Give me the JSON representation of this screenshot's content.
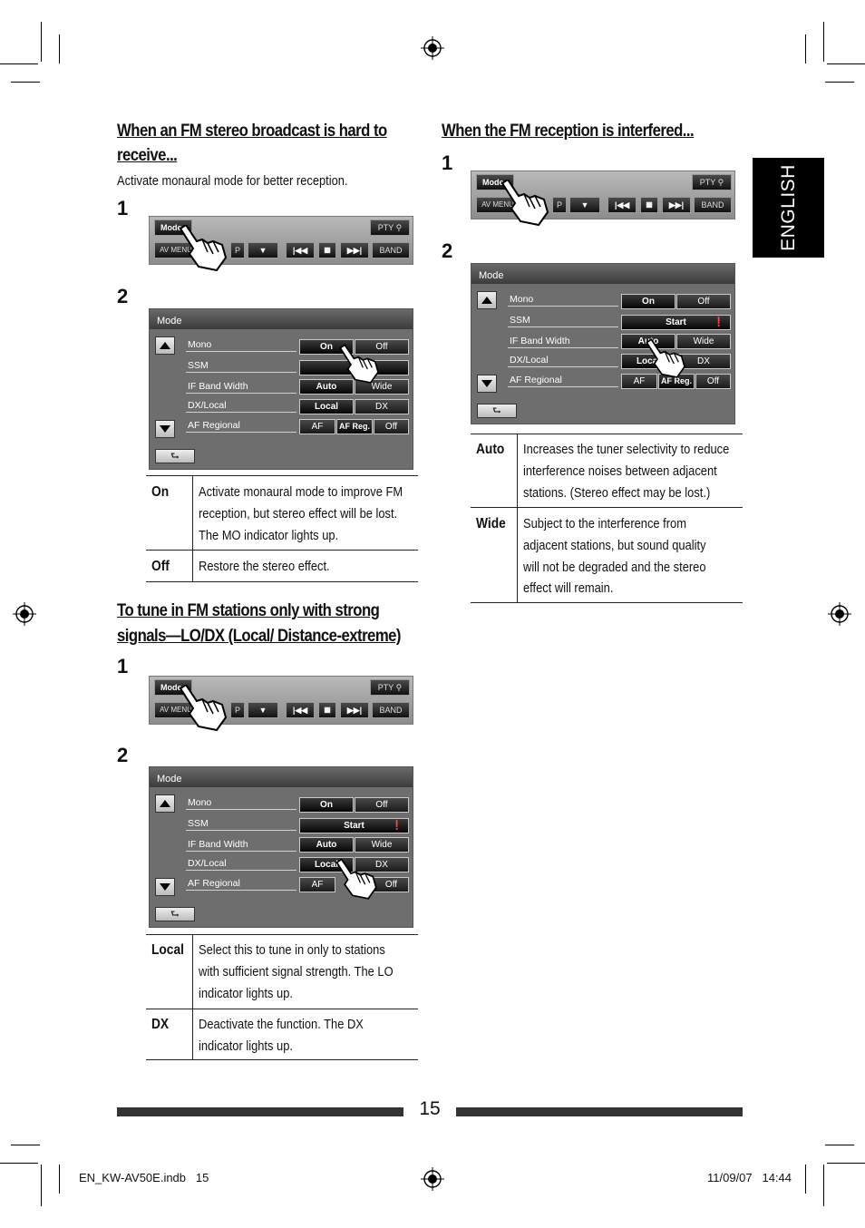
{
  "side_tab": "ENGLISH",
  "page_number": "15",
  "footer": {
    "file": "EN_KW-AV50E.indb   15",
    "date_time": "11/09/07   14:44"
  },
  "section_mono": {
    "heading_line1": "When an FM stereo broadcast is hard to",
    "heading_line2": "receive...",
    "intro": "Activate monaural mode for better reception.",
    "step1": "1",
    "step2": "2",
    "table": [
      {
        "key": "On",
        "desc_lines": [
          "Activate monaural mode to improve FM",
          "reception, but stereo effect will be lost.",
          "The MO indicator lights up."
        ]
      },
      {
        "key": "Off",
        "desc_lines": [
          "Restore the stereo effect."
        ]
      }
    ]
  },
  "section_local": {
    "heading_line1": "To tune in FM stations only with strong",
    "heading_line2": "signals—LO/DX (Local/ Distance-extreme)",
    "step1": "1",
    "step2": "2",
    "table": [
      {
        "key": "Local",
        "desc_lines": [
          "Select this to tune in only to stations",
          "with sufficient signal strength. The LO",
          "indicator lights up."
        ]
      },
      {
        "key": "DX",
        "desc_lines": [
          "Deactivate the function. The DX",
          "indicator lights up."
        ]
      }
    ]
  },
  "section_ifband": {
    "heading": "When the FM reception is interfered...",
    "step1": "1",
    "step2": "2",
    "table": [
      {
        "key": "Auto",
        "desc_lines": [
          "Increases the tuner selectivity to reduce",
          "interference noises between adjacent",
          "stations. (Stereo effect may be lost.)"
        ]
      },
      {
        "key": "Wide",
        "desc_lines": [
          "Subject to the interference from",
          "adjacent stations, but sound quality",
          "will not be degraded and the stereo",
          "effect will remain."
        ]
      }
    ]
  },
  "control_bar": {
    "mode": "Mode",
    "pty": "PTY",
    "av_menu": "AV MENU",
    "p": "P",
    "band": "BAND"
  },
  "mode_menu": {
    "title": "Mode",
    "rows": [
      "Mono",
      "SSM",
      "IF Band Width",
      "DX/Local",
      "AF Regional"
    ],
    "on": "On",
    "off": "Off",
    "start": "Start",
    "auto": "Auto",
    "wide": "Wide",
    "local": "Local",
    "dx": "DX",
    "af": "AF",
    "af_reg": "AF Reg.",
    "af_off": "Off"
  }
}
